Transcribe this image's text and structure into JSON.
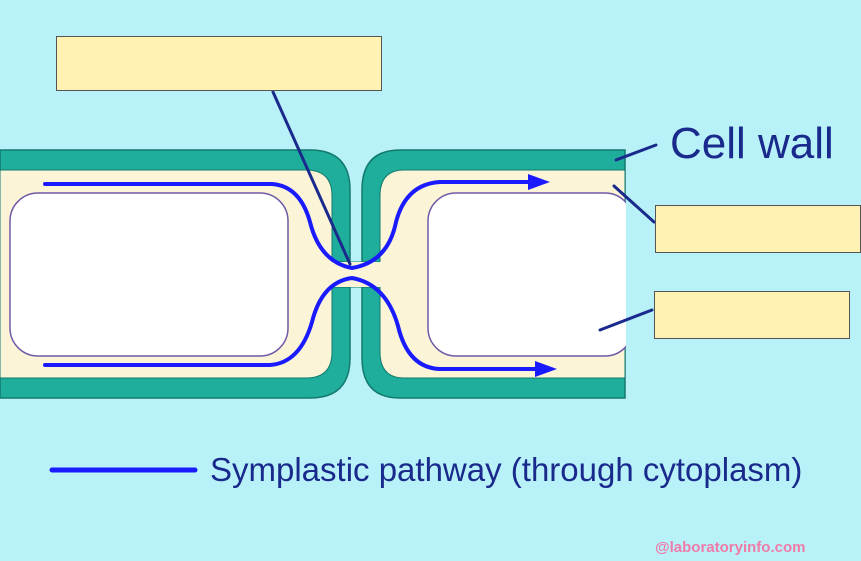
{
  "labels": {
    "cell_wall": "Cell wall"
  },
  "blank_boxes": [
    {
      "id": "plasmodesma-label-box",
      "text": ""
    },
    {
      "id": "cytoplasm-label-box",
      "text": ""
    },
    {
      "id": "vacuole-label-box",
      "text": ""
    }
  ],
  "legend": {
    "text": "Symplastic pathway (through cytoplasm)",
    "line_color": "#1a1aff"
  },
  "watermark": "@laboratoryinfo.com",
  "colors": {
    "background": "#b8f2f8",
    "cell_wall": "#1fae9c",
    "cytoplasm": "#fcf4d6",
    "vacuole": "#ffffff",
    "pathway": "#1a1aff",
    "label_text": "#1a2a8c",
    "label_box": "#fff2b3"
  }
}
